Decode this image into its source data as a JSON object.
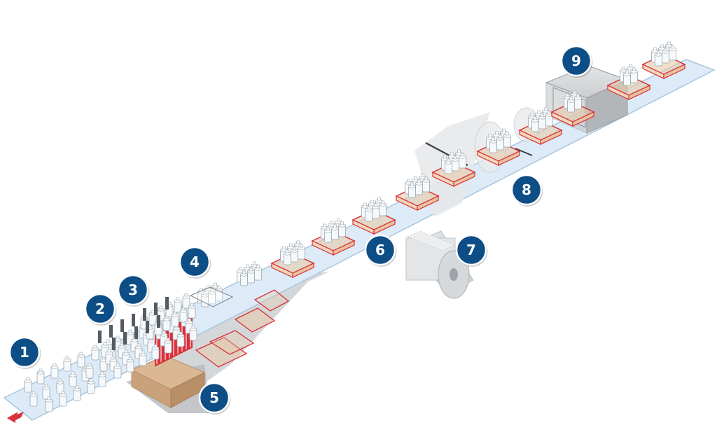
{
  "colors": {
    "background": "#ffffff",
    "conveyor_fill": "#dcebf7",
    "conveyor_stroke": "#a9c6de",
    "badge_fill": "#0d4e86",
    "badge_stroke": "#ffffff",
    "tray_red": "#d9303a",
    "tray_cardboard": "#e8c9a8",
    "bottle_fill": "#f6f9fb",
    "bottle_stroke": "#9aa7b0",
    "divider_grey": "#555b61",
    "film_grey": "#d8dadb",
    "tunnel_grey": "#c9cbcd",
    "arrow_red": "#d9303a"
  },
  "stations": [
    {
      "number": "1",
      "icon": "bottle-infeed-icon"
    },
    {
      "number": "2",
      "icon": "lane-divider-icon"
    },
    {
      "number": "3",
      "icon": "grouping-fingers-icon"
    },
    {
      "number": "4",
      "icon": "bottle-group-icon"
    },
    {
      "number": "5",
      "icon": "tray-magazine-icon"
    },
    {
      "number": "6",
      "icon": "tray-folding-icon"
    },
    {
      "number": "7",
      "icon": "film-roll-icon"
    },
    {
      "number": "8",
      "icon": "film-wrap-icon"
    },
    {
      "number": "9",
      "icon": "shrink-tunnel-icon"
    }
  ],
  "flow_direction_icon": "flow-arrow-icon"
}
